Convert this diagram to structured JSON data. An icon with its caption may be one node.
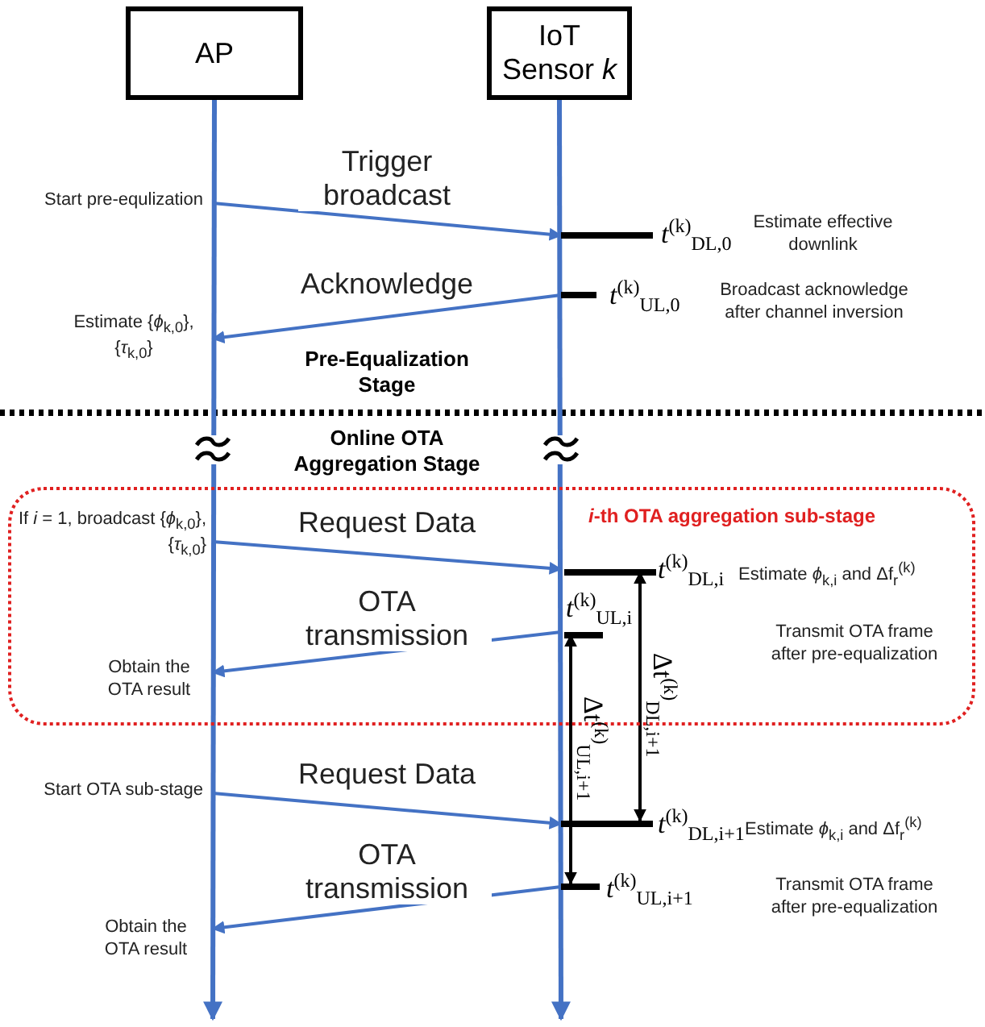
{
  "diagram": {
    "nodes": [
      {
        "text": [
          "AP"
        ]
      },
      {
        "text": [
          "IoT Sensor *k*"
        ]
      },
      {
        "text": [
          "Start pre-equlization"
        ]
      },
      {
        "text": [],
        "shape": "bar",
        "beside": [
          "*t*$^{(k)}$$_{DL,0}$"
        ]
      },
      {
        "text": [],
        "shape": "bar",
        "beside": [
          "*t*$^{(k)}$$_{UL,0}$"
        ]
      },
      {
        "text": [
          "Estimate {*ϕ*$_{k,0}$}, {*τ*$_{k,0}$}"
        ]
      },
      {
        "text": [
          "*i*-th OTA aggregation sub-stage"
        ]
      },
      {
        "text": [
          "If *i* = 1, broadcast {*ϕ*$_{k,0}$}, {*τ*$_{k,0}$}"
        ],
        "in": 6
      },
      {
        "text": [],
        "shape": "bar",
        "in": 6,
        "beside": [
          "*t*$^{(k)}$$_{DL,i}$"
        ]
      },
      {
        "text": [],
        "shape": "bar",
        "in": 6,
        "beside": [
          "*t*$^{(k)}$$_{UL,i}$"
        ]
      },
      {
        "text": [
          "Obtain the OTA result"
        ],
        "in": 6
      },
      {
        "text": [
          "Start OTA sub-stage"
        ]
      },
      {
        "text": [],
        "shape": "bar",
        "beside": [
          "*t*$^{(k)}$$_{DL,i+1}$"
        ]
      },
      {
        "text": [],
        "shape": "bar",
        "beside": [
          "*t*$^{(k)}$$_{UL,i+1}$"
        ]
      },
      {
        "text": [
          "Obtain the OTA result"
        ]
      }
    ],
    "edges": [
      {
        "from": 0,
        "to": null,
        "arrow": "to"
      },
      {
        "from": 1,
        "to": null,
        "arrow": "to"
      },
      {
        "from": 2,
        "to": 3,
        "arrow": "to",
        "label": "Trigger broadcast"
      },
      {
        "from": 4,
        "to": 5,
        "arrow": "to",
        "label": "Acknowledge"
      },
      {
        "from": 7,
        "to": 8,
        "arrow": "to",
        "label": "Request Data"
      },
      {
        "from": 9,
        "to": 10,
        "arrow": "to",
        "label": "OTA transmission"
      },
      {
        "from": 11,
        "to": 12,
        "arrow": "to",
        "label": "Request Data"
      },
      {
        "from": 13,
        "to": 14,
        "arrow": "to",
        "label": "OTA transmission"
      },
      {
        "from": 8,
        "to": 12,
        "arrow": "both",
        "color": "#000000",
        "label": "Δt$^{(k)}$$_{DL,i+1}$"
      },
      {
        "from": 9,
        "to": 13,
        "arrow": "both",
        "color": "#000000",
        "label": "Δt$^{(k)}$$_{UL,i+1}$"
      }
    ],
    "labels": [
      "Estimate effective downlink",
      "Broadcast acknowledge after channel inversion",
      "Pre-Equalization Stage",
      "Online OTA Aggregation Stage",
      "Estimate *ϕ*$_{k,i}$ and Δf$_{r}$$^{(k)}$",
      "Transmit OTA frame after pre-equalization",
      "Estimate *ϕ*$_{k,i}$ and Δf$_{r}$$^{(k)}$",
      "Transmit OTA frame after pre-equalization"
    ]
  }
}
